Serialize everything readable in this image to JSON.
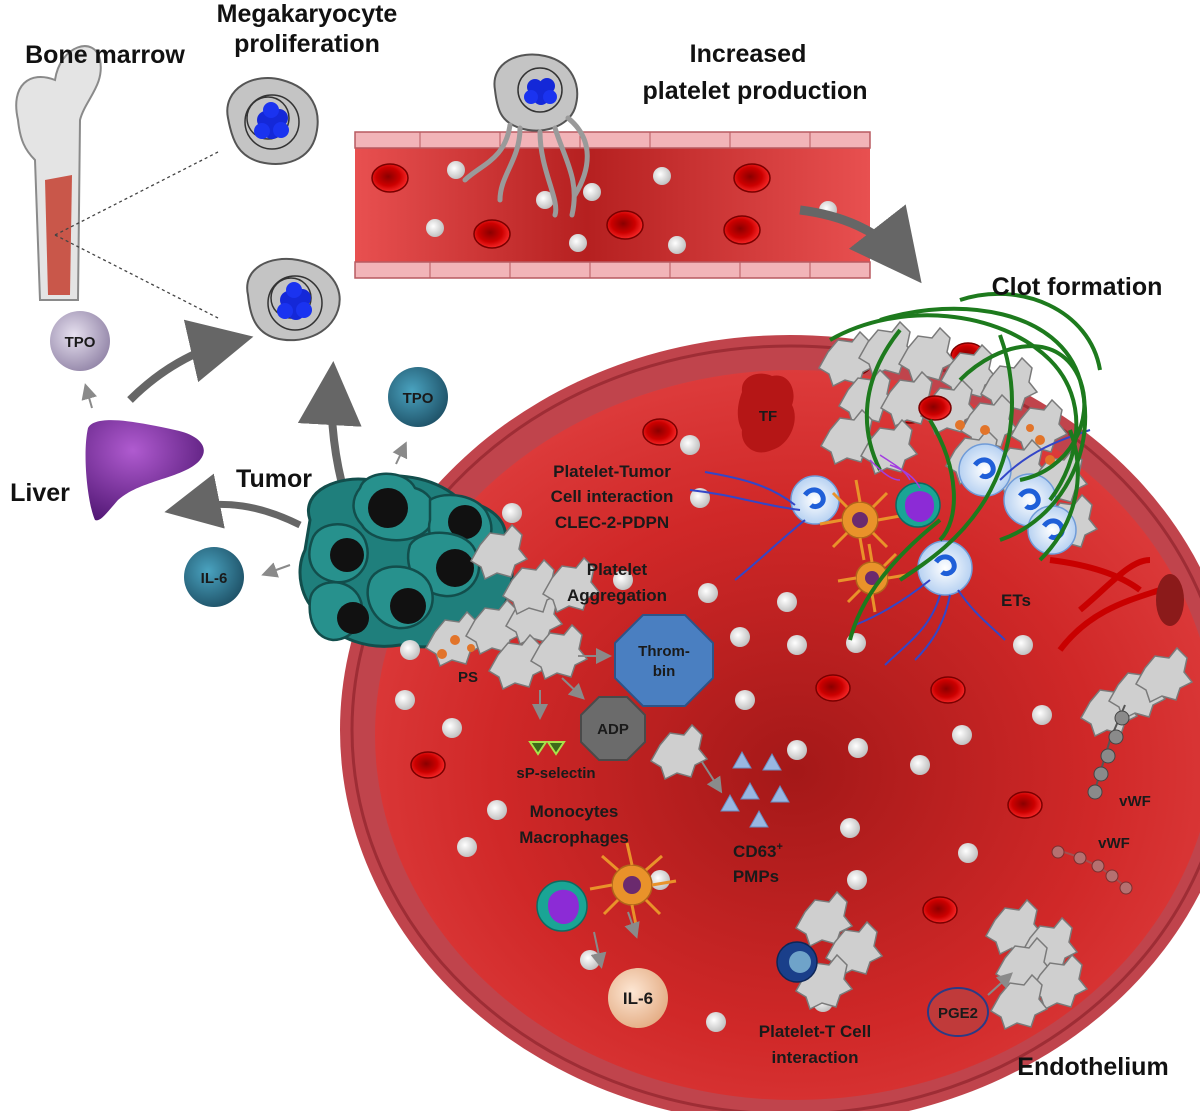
{
  "headings": {
    "bone_marrow": "Bone marrow",
    "megakaryocyte_line1": "Megakaryocyte",
    "megakaryocyte_line2": "proliferation",
    "increased_line1": "Increased",
    "increased_line2": "platelet production",
    "clot_formation": "Clot formation",
    "liver": "Liver",
    "tumor": "Tumor",
    "endothelium": "Endothelium"
  },
  "labels": {
    "tpo_liver": "TPO",
    "tpo_tumor": "TPO",
    "il6_tumor": "IL-6",
    "tf": "TF",
    "pt_line1": "Platelet-Tumor",
    "pt_line2": "Cell interaction",
    "pt_line3": "CLEC-2-PDPN",
    "agg_line1": "Platelet",
    "agg_line2": "Aggregation",
    "thrombin_line1": "Throm-",
    "thrombin_line2": "bin",
    "adp": "ADP",
    "ps": "PS",
    "sp_selectin": "sP-selectin",
    "mono_line1": "Monocytes",
    "mono_line2": "Macrophages",
    "cd63_base": "CD63",
    "cd63_sup": "+",
    "pmps": "PMPs",
    "il6_bottom": "IL-6",
    "ets": "ETs",
    "vwf_top": "vWF",
    "vwf_bottom": "vWF",
    "ptc_line1": "Platelet-T Cell",
    "ptc_line2": "interaction",
    "pge2": "PGE2"
  },
  "colors": {
    "vessel_red": "#d42a2a",
    "vessel_wall": "#b83a42",
    "rbc": "#cc0000",
    "platelet": "#cfcfcf",
    "tumor_teal": "#1f7f7c",
    "thrombin": "#4a7fc1",
    "adp": "#6b6b6b",
    "liver_purple": "#7a2a9c",
    "fibrin_green": "#1d7a1d",
    "tpo_purple": "#a79ab8",
    "il6_teal": "#2d6f86",
    "il6_peach": "#f2c9a8",
    "nucleus_blue": "#1428d8"
  }
}
